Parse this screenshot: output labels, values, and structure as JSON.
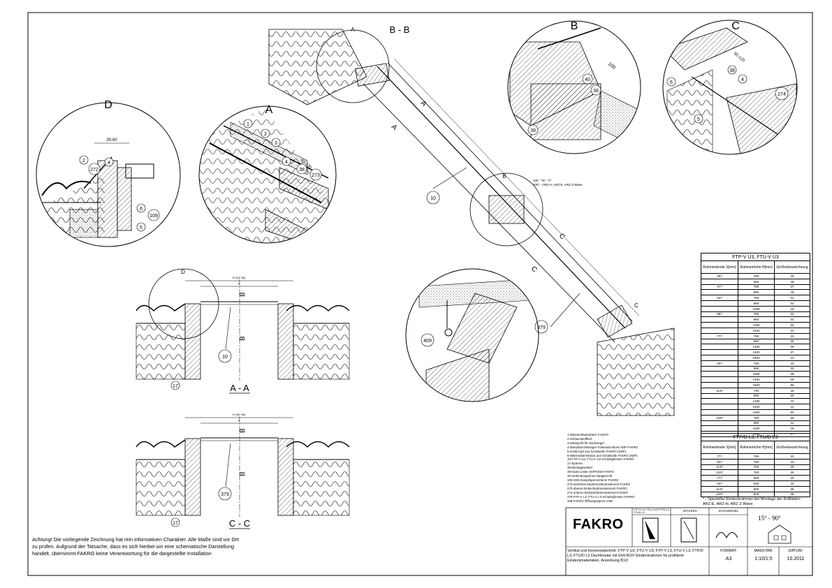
{
  "sections": {
    "bb": "B - B",
    "aa": "A - A",
    "cc": "C - C",
    "a_label": "A",
    "b_label": "B",
    "c_label": "C",
    "d_label": "D"
  },
  "callouts": {
    "c1": "1",
    "c2": "2",
    "c3": "3",
    "c4": "4",
    "c5": "5",
    "c6": "6",
    "c10": "10",
    "c17": "17",
    "c38": "38",
    "c39": "39",
    "c40": "40",
    "c109": "109",
    "c272": "272",
    "c273": "273",
    "c274": "274",
    "c379": "379",
    "c409": "409"
  },
  "dimensions": {
    "d30_60": "30-60",
    "d60_130": "60-130",
    "d90_120": "90-120",
    "d100": "100",
    "note100": "100 - \"N\", \"V\"",
    "note200": "200* - ARZ-H, ARZ-E, ARZ Z-Wave",
    "width_formula": "S+(25÷55)",
    "s": "S"
  },
  "table1": {
    "title": "FTP-V U3, FTU-V U3",
    "headers": [
      "Rahmenbreite S[mm]",
      "Rahmenhöhe H[mm]",
      "Größenbezeichnung"
    ],
    "rows": [
      [
        "457",
        "780",
        "45"
      ],
      [
        "",
        "980",
        "46"
      ],
      [
        "477",
        "780",
        "47"
      ],
      [
        "",
        "980",
        "49"
      ],
      [
        "547",
        "780",
        "01"
      ],
      [
        "",
        "980",
        "02"
      ],
      [
        "",
        "1180",
        "16"
      ],
      [
        "657",
        "780",
        "22"
      ],
      [
        "",
        "980",
        "03"
      ],
      [
        "",
        "1180",
        "04"
      ],
      [
        "",
        "1400",
        "14"
      ],
      [
        "777",
        "780",
        "23"
      ],
      [
        "",
        "980",
        "05"
      ],
      [
        "",
        "1180",
        "06"
      ],
      [
        "",
        "1400",
        "07"
      ],
      [
        "",
        "1600",
        "13"
      ],
      [
        "937",
        "780",
        "24"
      ],
      [
        "",
        "980",
        "15"
      ],
      [
        "",
        "1180",
        "08"
      ],
      [
        "",
        "1400",
        "09"
      ],
      [
        "",
        "1600",
        "80"
      ],
      [
        "1137",
        "780",
        "25"
      ],
      [
        "",
        "980",
        "20"
      ],
      [
        "",
        "1180",
        "10"
      ],
      [
        "",
        "1400",
        "11"
      ],
      [
        "",
        "1600",
        "50"
      ],
      [
        "1337",
        "780",
        "26"
      ],
      [
        "",
        "980",
        "12"
      ],
      [
        "",
        "1180",
        "18"
      ],
      [
        "",
        "1400",
        "17"
      ]
    ]
  },
  "table2": {
    "title": "FTP/D L3, FTU/D L3",
    "headers": [
      "Rahmenbreite S[mm]",
      "Rahmenhöhe H[mm]",
      "Größenbezeichnung"
    ],
    "rows": [
      [
        "777",
        "780",
        "23"
      ],
      [
        "937",
        "780",
        "24"
      ],
      [
        "1137",
        "780",
        "25"
      ],
      [
        "1337",
        "780",
        "26"
      ],
      [
        "777",
        "600",
        "33"
      ],
      [
        "937",
        "600",
        "34"
      ],
      [
        "1137",
        "600",
        "35"
      ],
      [
        "1337",
        "600",
        "36"
      ]
    ]
  },
  "legend": [
    "1-Wasserabweisblech FAKRO",
    "2-Schaumstoffkeil",
    "3-Stützprofil für Dachziegel",
    "4-dampfdurchlässiger Folienanschluss XDP FAKRO",
    "5-Isolierzopf aus Schafwolle FAKRO (XDP)",
    "6-Wärmedämmblock aus Schafwolle FAKRO (XDP)",
    "10-FTP-V U3, FTU-V U3 Schwingfenster FAKRO",
    "17-Sparren",
    "38-Montagewinkel",
    "39-Dusti-Leiste XSP/XSW FAKRO",
    "40-Verbindungsrinne waagerecht",
    "109-XDS Dampfsperrschürze FAKRO",
    "272-seitliches Eindeckrahmenelement FAKRO",
    "273-oberes Eindeckrahmenelement FAKRO",
    "274-unteres Eindeckrahmenelement FAKRO",
    "379-FTP-V L3, FTU-V L3 Schwingfenster FAKRO",
    "409-FAKRO Öffnungssperre ZSB"
  ],
  "note": "* - Spezieller Eindeckrahmen bei Montage der Rollläden: ARZ-E, ARZ-H, ARZ Z-Wave",
  "disclaimer": "Achtung! Die vorliegende Zeichnung hat rein informativen Charakter. Alle Maße sind vor Ort zu prüfen. Aufgrund der Tatsache, dass es sich hierbei um eine schematische Darstellung handelt, übernimmt FAKRO keine Verantwortung für die dargestellte Installation",
  "titleblock": {
    "logo": "FAKRO",
    "col1": "FTP-V U3, FTU-V U3 FTP/D L3, FTU/D L3",
    "col2": "EHV/KDV",
    "col3": "DACHZIEGEL",
    "angle": "15° - 90°",
    "description": "Vertikal und Horizontalschnitt: FTP-V U3, FTU-V U3, FTP-V L3, FTU-V L3, FTP/D L3, FTU/D L3 Dachfenster mit EHV/KDV Eindeckrahmen für profilierte Eindeckmaterialien, Anordnung B1/2",
    "format_label": "FORMAT:",
    "format_value": "A3",
    "scale_label": "MAßSTAB:",
    "scale_value": "1:10/1:5",
    "date_label": "DATUM:",
    "date_value": "10.2011"
  }
}
